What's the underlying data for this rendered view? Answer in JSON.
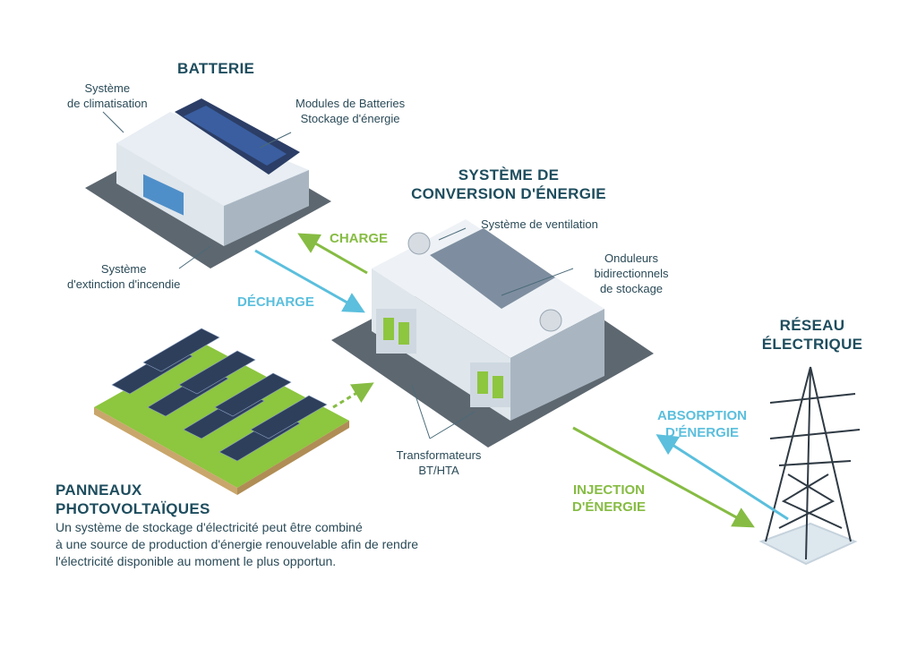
{
  "battery": {
    "title": "BATTERIE",
    "climatisation": [
      "Système",
      "de climatisation"
    ],
    "modules": [
      "Modules de Batteries",
      "Stockage d'énergie"
    ],
    "extinction": [
      "Système",
      "d'extinction d'incendie"
    ]
  },
  "conversion": {
    "title": [
      "SYSTÈME DE",
      "CONVERSION D'ÉNERGIE"
    ],
    "ventilation": "Système de ventilation",
    "onduleurs": [
      "Onduleurs",
      "bidirectionnels",
      "de stockage"
    ],
    "transformateurs": [
      "Transformateurs",
      "BT/HTA"
    ]
  },
  "flows": {
    "charge": "CHARGE",
    "decharge": "DÉCHARGE",
    "absorption": [
      "ABSORPTION",
      "D'ÉNERGIE"
    ],
    "injection": [
      "INJECTION",
      "D'ÉNERGIE"
    ]
  },
  "grid": {
    "title": [
      "RÉSEAU",
      "ÉLECTRIQUE"
    ]
  },
  "pv": {
    "title": [
      "PANNEAUX",
      "PHOTOVOLTAÏQUES"
    ],
    "description": [
      "Un système de stockage d'électricité peut être combiné",
      "à une source de production d'énergie renouvelable afin de rendre",
      "l'électricité disponible au moment le plus opportun."
    ]
  },
  "colors": {
    "title": "#1e4d5e",
    "green": "#86bc43",
    "blue": "#5bbfdd"
  }
}
